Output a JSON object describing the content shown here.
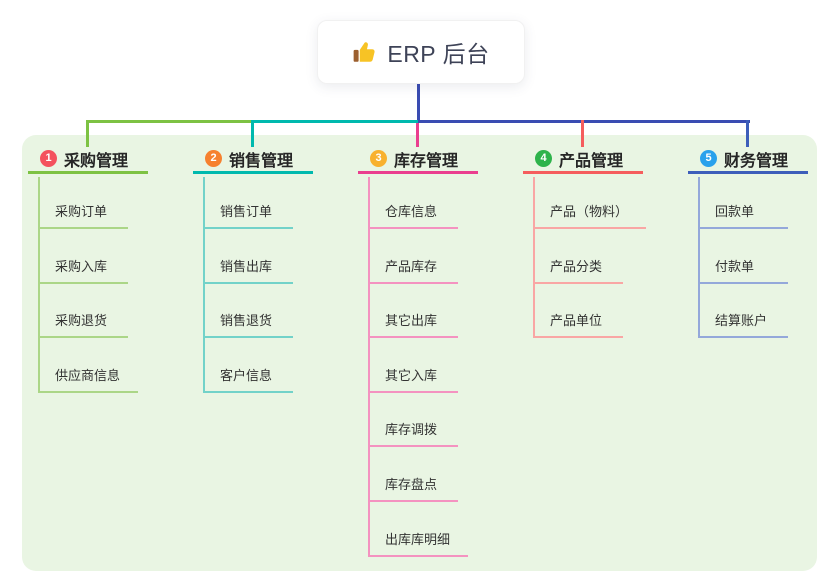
{
  "root": {
    "title": "ERP 后台",
    "icon": "thumbs-up-icon"
  },
  "colors": {
    "root_line": "#3a4cb2",
    "panel_bg": "#e9f5e3",
    "card_bg": "#ffffff",
    "title_text": "#3e4357",
    "branch_text": "#262626",
    "child_text": "#333333"
  },
  "branches": [
    {
      "index": "1",
      "title": "采购管理",
      "badge_color": "#f4525e",
      "line_color": "#7dc243",
      "child_line_color": "#abd687",
      "children": [
        "采购订单",
        "采购入库",
        "采购退货",
        "供应商信息"
      ]
    },
    {
      "index": "2",
      "title": "销售管理",
      "badge_color": "#f6812f",
      "line_color": "#00b9ae",
      "child_line_color": "#72d2c9",
      "children": [
        "销售订单",
        "销售出库",
        "销售退货",
        "客户信息"
      ]
    },
    {
      "index": "3",
      "title": "库存管理",
      "badge_color": "#f8b12e",
      "line_color": "#ea3e8f",
      "child_line_color": "#f492c0",
      "children": [
        "仓库信息",
        "产品库存",
        "其它出库",
        "其它入库",
        "库存调拨",
        "库存盘点",
        "出库库明细"
      ]
    },
    {
      "index": "4",
      "title": "产品管理",
      "badge_color": "#2eb34b",
      "line_color": "#f55d5d",
      "child_line_color": "#f9a6a4",
      "children": [
        "产品（物料）",
        "产品分类",
        "产品单位"
      ]
    },
    {
      "index": "5",
      "title": "财务管理",
      "badge_color": "#29a1ec",
      "line_color": "#3d5eba",
      "child_line_color": "#94a8da",
      "children": [
        "回款单",
        "付款单",
        "结算账户"
      ]
    }
  ]
}
